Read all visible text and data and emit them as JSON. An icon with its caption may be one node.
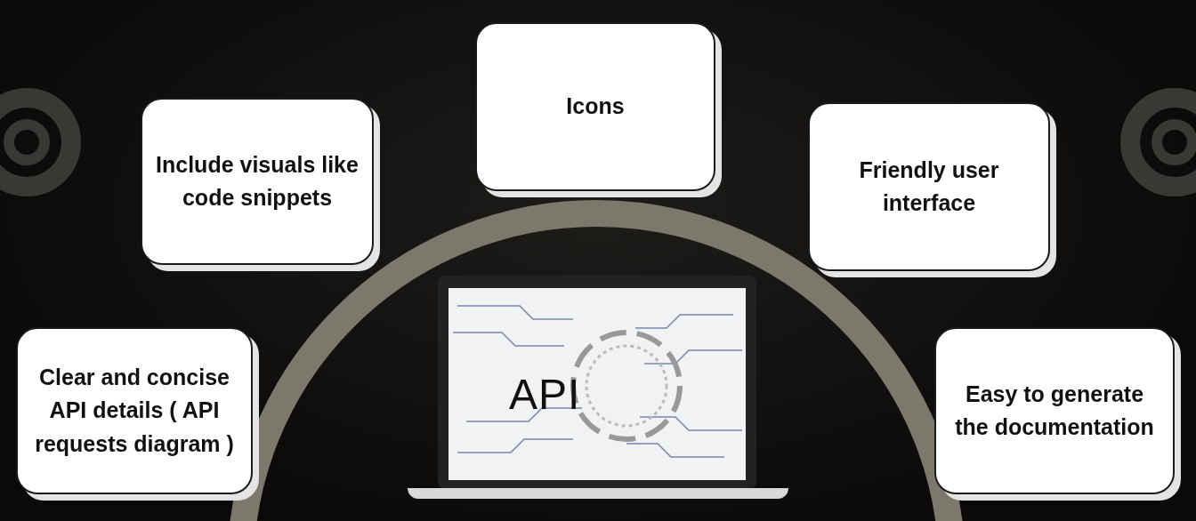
{
  "diagram": {
    "nodes": [
      {
        "text": [
          "Icons"
        ]
      },
      {
        "text": [
          "Include visuals like code snippets"
        ]
      },
      {
        "text": [
          "Friendly user interface"
        ]
      },
      {
        "text": [
          "Clear and concise API details ( API requests diagram )"
        ]
      },
      {
        "text": [
          "Easy to generate the documentation"
        ]
      }
    ],
    "labels": [
      "API"
    ]
  }
}
